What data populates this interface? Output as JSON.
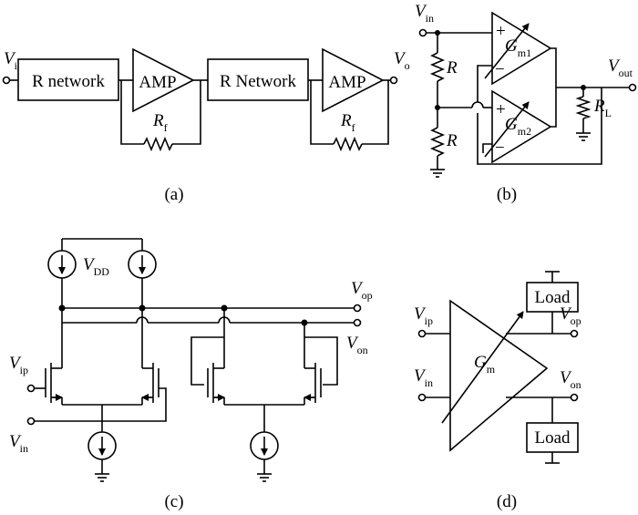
{
  "panel_a": {
    "caption": "(a)",
    "input_label": "V",
    "input_sub": "i",
    "output_label": "V",
    "output_sub": "o",
    "block1": "R network",
    "amp1": "AMP",
    "block2": "R Network",
    "amp2": "AMP",
    "rf1": "R",
    "rf1_sub": "f",
    "rf2": "R",
    "rf2_sub": "f"
  },
  "panel_b": {
    "caption": "(b)",
    "vin": "V",
    "vin_sub": "in",
    "vout": "V",
    "vout_sub": "out",
    "r_top": "R",
    "r_bottom": "R",
    "gm1": "G",
    "gm1_sub": "m1",
    "gm2": "G",
    "gm2_sub": "m2",
    "rl": "R",
    "rl_sub": "L",
    "plus": "+",
    "minus": "−"
  },
  "panel_c": {
    "caption": "(c)",
    "vdd": "V",
    "vdd_sub": "DD",
    "vop": "V",
    "vop_sub": "op",
    "von": "V",
    "von_sub": "on",
    "vip": "V",
    "vip_sub": "ip",
    "vin": "V",
    "vin_sub": "in"
  },
  "panel_d": {
    "caption": "(d)",
    "vip": "V",
    "vip_sub": "ip",
    "vin": "V",
    "vin_sub": "in",
    "vop": "V",
    "vop_sub": "op",
    "von": "V",
    "von_sub": "on",
    "gm": "G",
    "gm_sub": "m",
    "load_top": "Load",
    "load_bottom": "Load"
  }
}
